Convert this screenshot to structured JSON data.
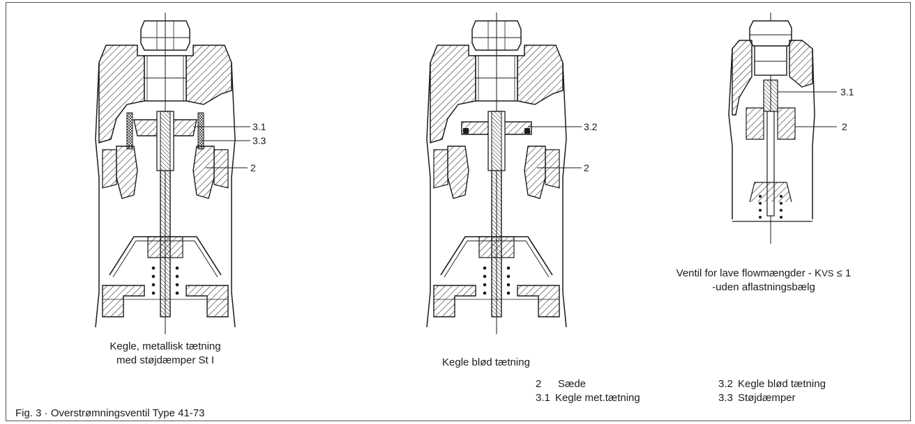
{
  "figure": {
    "caption": "Fig. 3 · Overstrømningsventil Type 41-73"
  },
  "drawings": [
    {
      "caption_line1": "Kegle, metallisk tætning",
      "caption_line2": "med støjdæmper St I",
      "callouts": [
        "3.1",
        "3.3",
        "2"
      ]
    },
    {
      "caption_line1": "Kegle blød tætning",
      "callouts": [
        "3.2",
        "2"
      ]
    },
    {
      "caption_line1_prefix": "Ventil for lave flowmængder - K",
      "caption_line1_sub": "VS",
      "caption_line1_suffix": " ≤ 1",
      "caption_line2": "-uden aflastningsbælg",
      "callouts": [
        "3.1",
        "2"
      ]
    }
  ],
  "legend": {
    "col1": [
      {
        "num": "2",
        "label": "Sæde"
      },
      {
        "num": "3.1",
        "label": "Kegle met.tætning"
      }
    ],
    "col2": [
      {
        "num": "3.2",
        "label": "Kegle blød tætning"
      },
      {
        "num": "3.3",
        "label": "Støjdæmper"
      }
    ]
  },
  "colors": {
    "line": "#1a1a1a",
    "frame": "#555555"
  }
}
